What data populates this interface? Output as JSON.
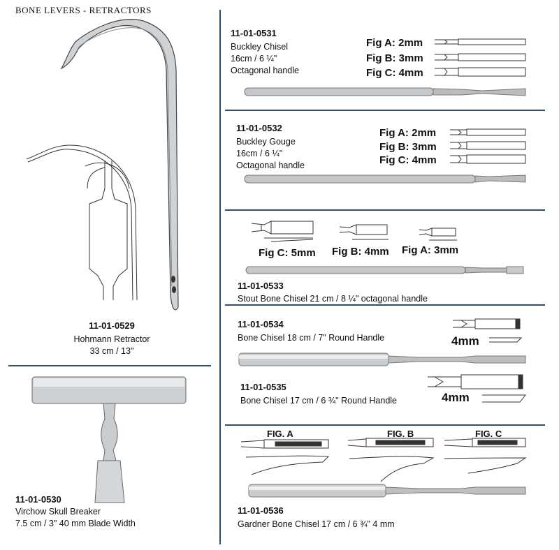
{
  "page_title": "BONE LEVERS - RETRACTORS",
  "products": [
    {
      "code": "11-01-0529",
      "name": "Hohmann Retractor",
      "size": "33 cm / 13\""
    },
    {
      "code": "11-01-0530",
      "name": "Virchow Skull Breaker",
      "size": "7.5 cm / 3\" 40 mm Blade Width"
    },
    {
      "code": "11-01-0531",
      "name": "Buckley Chisel",
      "size": "16cm / 6 ¼\"",
      "handle": "Octagonal handle",
      "figs": [
        "Fig A: 2mm",
        "Fig B: 3mm",
        "Fig C: 4mm"
      ]
    },
    {
      "code": "11-01-0532",
      "name": "Buckley Gouge",
      "size": "16cm / 6 ¼\"",
      "handle": "Octagonal handle",
      "figs": [
        "Fig A: 2mm",
        "Fig B: 3mm",
        "Fig C: 4mm"
      ]
    },
    {
      "code": "11-01-0533",
      "desc": "Stout Bone Chisel 21 cm / 8 ¼\" octagonal handle",
      "figs": [
        "Fig C: 5mm",
        "Fig B: 4mm",
        "Fig A: 3mm"
      ]
    },
    {
      "code": "11-01-0534",
      "desc": "Bone Chisel 18 cm / 7\" Round Handle",
      "size_label": "4mm"
    },
    {
      "code": "11-01-0535",
      "desc": "Bone Chisel 17 cm / 6 ¾\" Round Handle",
      "size_label": "4mm"
    },
    {
      "code": "11-01-0536",
      "desc": "Gardner Bone Chisel 17 cm / 6 ¾\" 4 mm",
      "figs": [
        "FIG. A",
        "FIG. B",
        "FIG. C"
      ]
    }
  ]
}
